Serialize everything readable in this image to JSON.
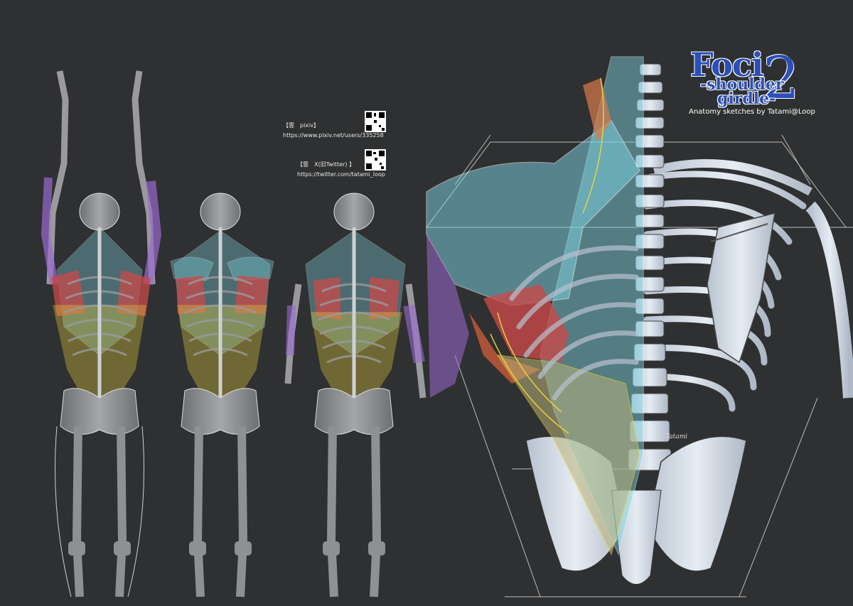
{
  "links": {
    "pixiv_label": "【雲　pixiv】",
    "pixiv_url": "https://www.pixiv.net/users/335258",
    "twitter_label": "【雲　X(旧Twitter) 】",
    "twitter_url": "https://twitter.com/tatami_loop"
  },
  "title": {
    "main": "Foci",
    "number": "2",
    "sub_line1": "-shoulder",
    "sub_line2": "girdle-",
    "byline": "Anatomy sketches by Tatami@Loop"
  },
  "signature": "Tatami",
  "icons": [
    "qr-code-icon"
  ],
  "colors": {
    "background": "#2f3031",
    "bone": "#8f9094",
    "bone_light": "#cfd6e0",
    "cyan_muscle": "#7fd8e6",
    "red_muscle": "#c94a4a",
    "yellow_line": "#e8d23c",
    "purple_muscle": "#9a6ad0",
    "olive_muscle": "#b9b27a",
    "title_blue": "#2a4fb8"
  }
}
